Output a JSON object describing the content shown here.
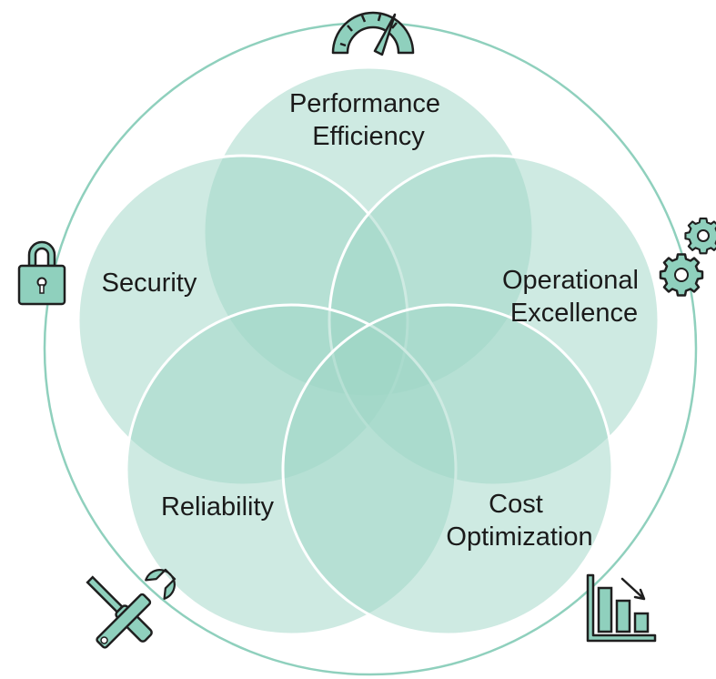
{
  "colors": {
    "fill": "#9ed5c5",
    "outline": "#ffffff",
    "outer_ring": "#8fd0bd",
    "icon_fill": "#8fd0bd",
    "icon_stroke": "#1f1f1f"
  },
  "pillars": [
    {
      "id": "performance-efficiency",
      "lines": [
        "Performance",
        "Efficiency"
      ],
      "icon": "speedometer-icon"
    },
    {
      "id": "security",
      "lines": [
        "Security"
      ],
      "icon": "padlock-icon"
    },
    {
      "id": "operational-excellence",
      "lines": [
        "Operational",
        "Excellence"
      ],
      "icon": "gears-icon"
    },
    {
      "id": "reliability",
      "lines": [
        "Reliability"
      ],
      "icon": "wrench-screwdriver-icon"
    },
    {
      "id": "cost-optimization",
      "lines": [
        "Cost",
        "Optimization"
      ],
      "icon": "declining-bar-chart-icon"
    }
  ]
}
